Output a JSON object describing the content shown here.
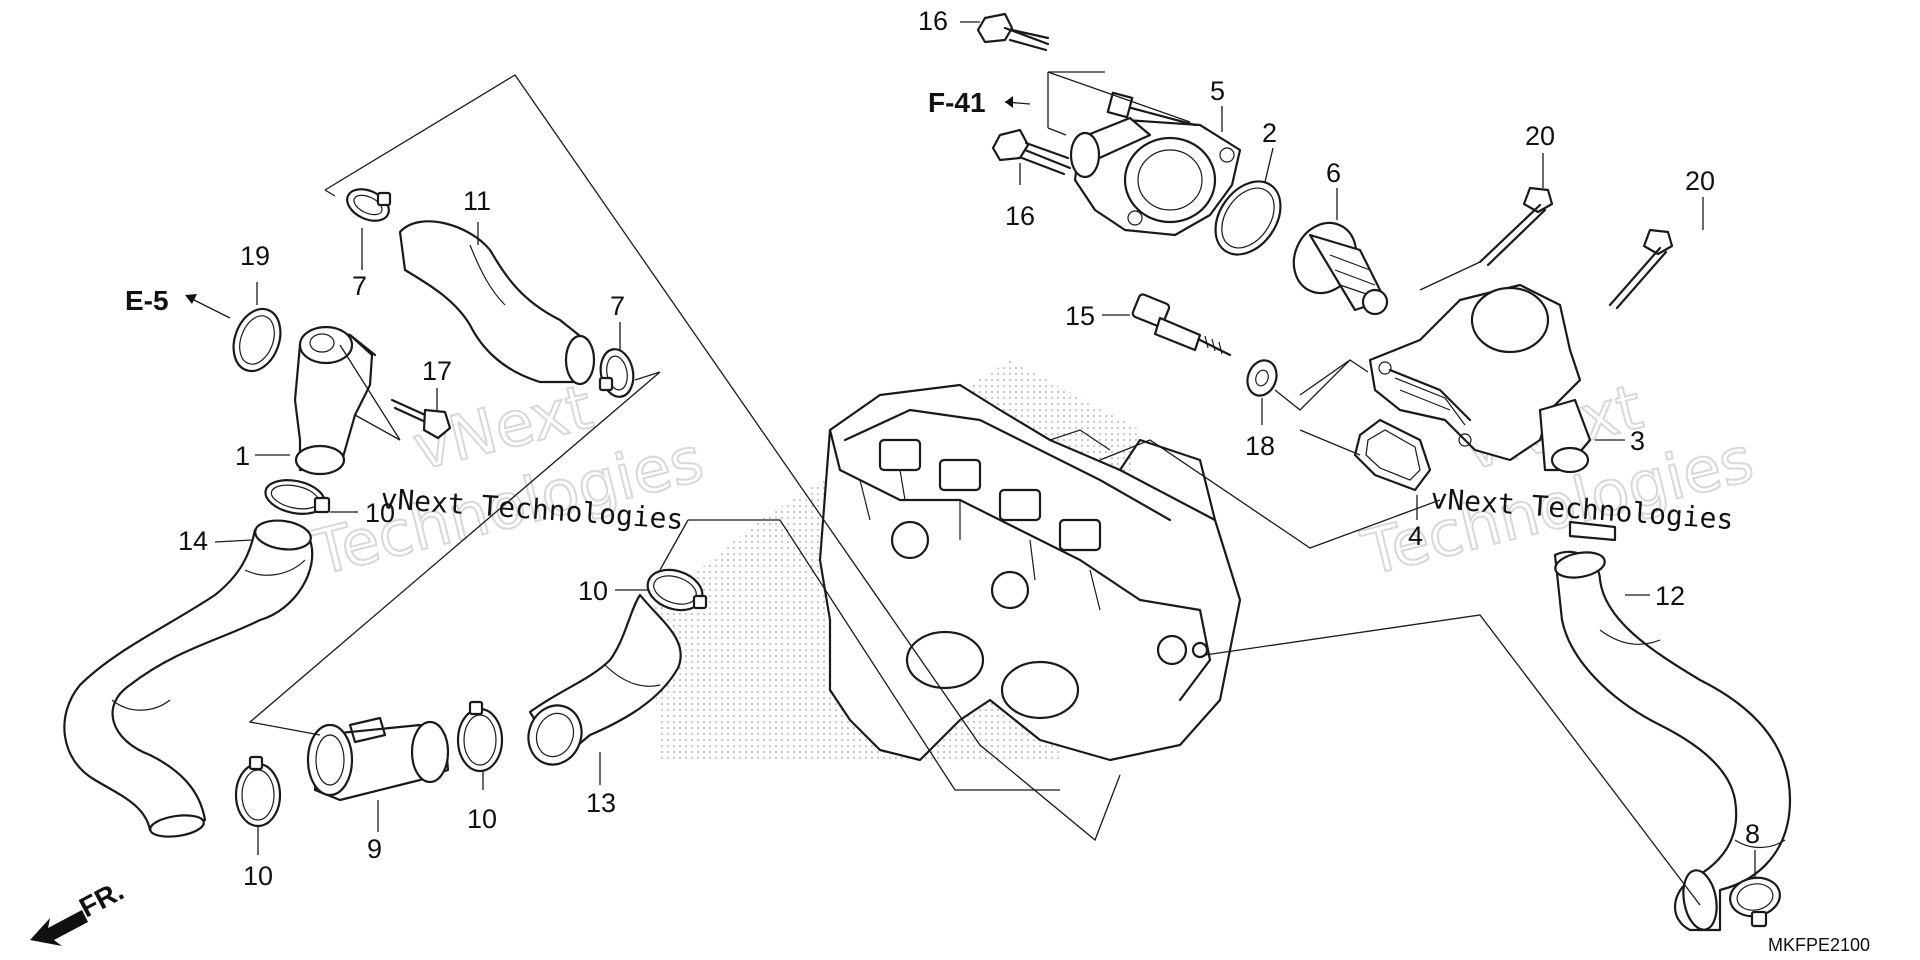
{
  "callouts": [
    {
      "id": "c16a",
      "label": "16"
    },
    {
      "id": "c16b",
      "label": "16"
    },
    {
      "id": "c5",
      "label": "5"
    },
    {
      "id": "c2",
      "label": "2"
    },
    {
      "id": "c6",
      "label": "6"
    },
    {
      "id": "c20a",
      "label": "20"
    },
    {
      "id": "c20b",
      "label": "20"
    },
    {
      "id": "c11",
      "label": "11"
    },
    {
      "id": "c7a",
      "label": "7"
    },
    {
      "id": "c7b",
      "label": "7"
    },
    {
      "id": "c19",
      "label": "19"
    },
    {
      "id": "c17",
      "label": "17"
    },
    {
      "id": "c1",
      "label": "1"
    },
    {
      "id": "c10a",
      "label": "10"
    },
    {
      "id": "c14",
      "label": "14"
    },
    {
      "id": "c10b",
      "label": "10"
    },
    {
      "id": "c15",
      "label": "15"
    },
    {
      "id": "c18",
      "label": "18"
    },
    {
      "id": "c3",
      "label": "3"
    },
    {
      "id": "c4",
      "label": "4"
    },
    {
      "id": "c12",
      "label": "12"
    },
    {
      "id": "c13",
      "label": "13"
    },
    {
      "id": "c9",
      "label": "9"
    },
    {
      "id": "c10c",
      "label": "10"
    },
    {
      "id": "c10d",
      "label": "10"
    },
    {
      "id": "c8",
      "label": "8"
    }
  ],
  "references": {
    "f41": "F-41",
    "e5": "E-5"
  },
  "front_indicator": "FR.",
  "diagram_code": "MKFPE2100",
  "watermark": {
    "line1": "vNext",
    "line2": "Technologies",
    "inline": "vNext Technologies"
  }
}
